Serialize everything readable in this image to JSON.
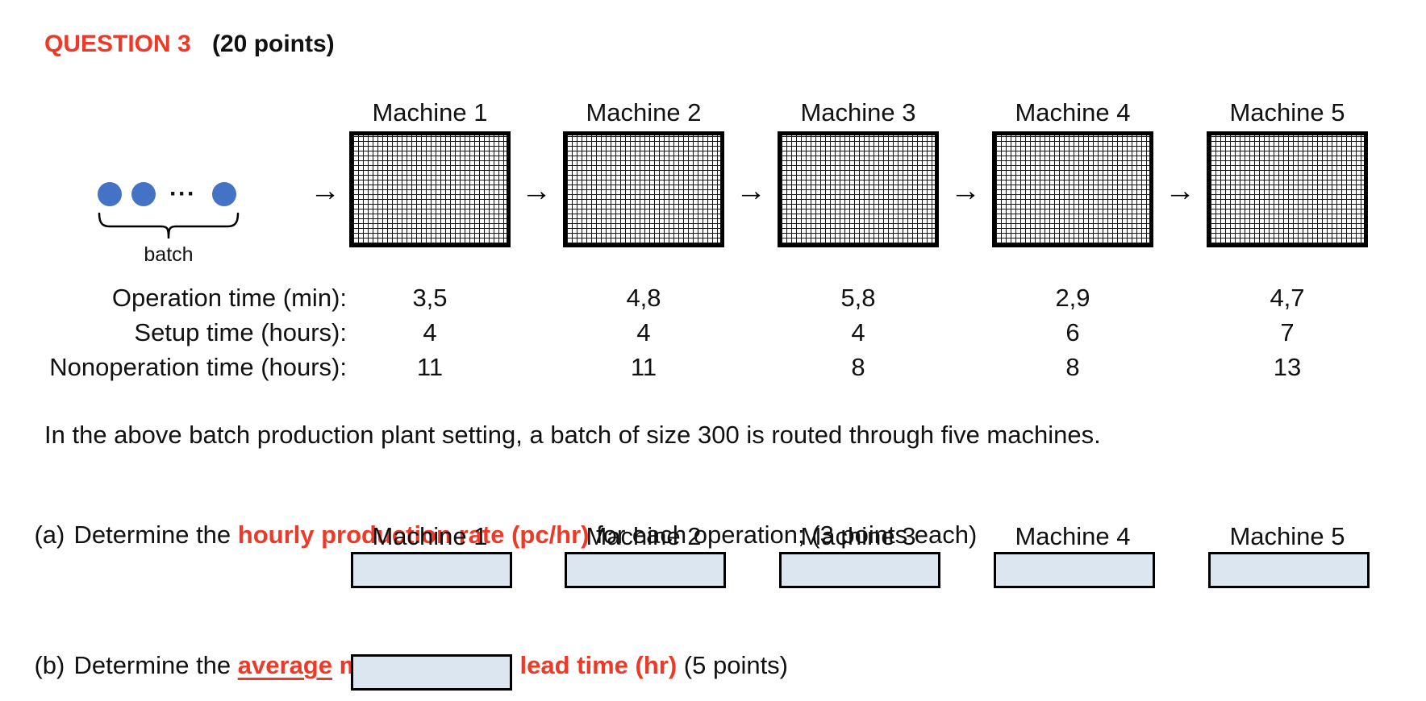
{
  "title": {
    "question": "QUESTION 3",
    "points": "(20 points)"
  },
  "diagram": {
    "machines": [
      "Machine 1",
      "Machine 2",
      "Machine 3",
      "Machine 4",
      "Machine 5"
    ],
    "arrow": "→",
    "batch": {
      "dots": "···",
      "label": "batch"
    }
  },
  "table": {
    "rows": [
      {
        "label": "Operation time (min):",
        "values": [
          "3,5",
          "4,8",
          "5,8",
          "2,9",
          "4,7"
        ]
      },
      {
        "label": "Setup time (hours):",
        "values": [
          "4",
          "4",
          "4",
          "6",
          "7"
        ]
      },
      {
        "label": "Nonoperation time (hours):",
        "values": [
          "11",
          "11",
          "8",
          "8",
          "13"
        ]
      }
    ]
  },
  "paragraph": "In the above batch production plant setting, a batch of size 300 is routed through five machines.",
  "question_a": {
    "tag": "(a)",
    "text_before": "Determine the ",
    "highlight": "hourly production rate (pc/hr)",
    "text_after": " for each operation; (3 points each)",
    "machines": [
      "Machine 1",
      "Machine 2",
      "Machine 3",
      "Machine 4",
      "Machine 5"
    ]
  },
  "question_b": {
    "tag": "(b)",
    "text_before": "Determine the ",
    "highlight_underlined": "average",
    "highlight_rest": " manufacturing lead time (hr)",
    "text_after": " (5 points)"
  },
  "colors": {
    "accent_red": "#ed3a28",
    "batch_blue": "#4472c4",
    "answer_fill": "#dce6f1"
  }
}
